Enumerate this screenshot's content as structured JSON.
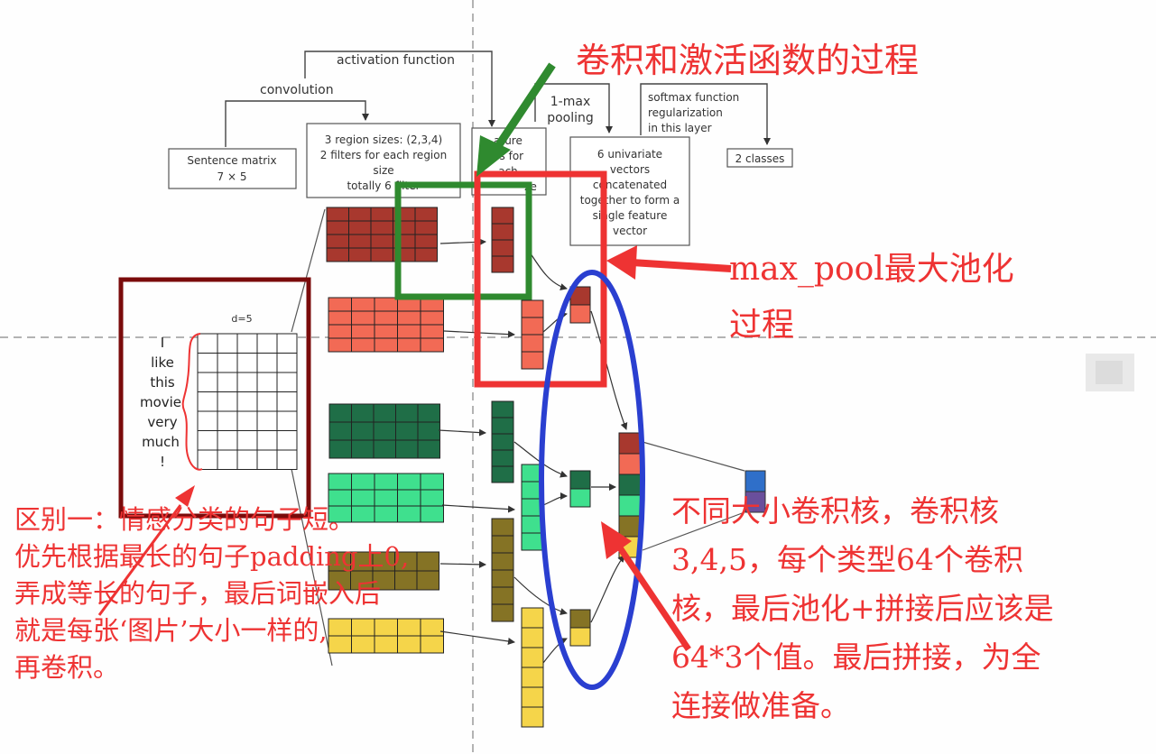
{
  "diagram": {
    "labels": {
      "activation_function": "activation function",
      "convolution": "convolution",
      "sentence_matrix_line1": "Sentence matrix",
      "sentence_matrix_line2": "7 × 5",
      "region_line1": "3 region sizes: (2,3,4)",
      "region_line2": "2 filters for each region",
      "region_line3": "size",
      "region_line4": "totally 6 filter",
      "feature_line1": "ature",
      "feature_line2": "ps for",
      "feature_line3": "ach",
      "feature_line4": "ze",
      "pooling_line1": "1-max",
      "pooling_line2": "pooling",
      "vectors_line1": "6 univariate",
      "vectors_line2": "vectors",
      "vectors_line3": "concatenated",
      "vectors_line4": "together to form a",
      "vectors_line5": "single feature",
      "vectors_line6": "vector",
      "softmax_line1": "softmax function",
      "softmax_line2": "regularization",
      "softmax_line3": "in this layer",
      "classes": "2 classes",
      "d_label": "d=5",
      "word_1": "I",
      "word_2": "like",
      "word_3": "this",
      "word_4": "movie",
      "word_5": "very",
      "word_6": "much",
      "word_7": "!"
    },
    "colors": {
      "dark_red": "#a8382e",
      "salmon": "#f26a55",
      "dark_green": "#1f6e47",
      "light_green": "#3fe08e",
      "olive": "#857325",
      "yellow": "#f5d54a",
      "annotation_red": "#ee3333",
      "annotation_green": "#2f8a2f",
      "annotation_blue": "#2a3fd0",
      "annotation_maroon": "#7a0b0b"
    }
  },
  "annotations": {
    "conv_title": "卷积和激活函数的过程",
    "maxpool_line1": "max_pool最大池化",
    "maxpool_line2": "过程",
    "left_note_line1": "区别一：情感分类的句子短。",
    "left_note_line2": "优先根据最长的句子padding上0,",
    "left_note_line3": "弄成等长的句子，最后词嵌入后",
    "left_note_line4": "就是每张‘图片’大小一样的,",
    "left_note_line5": "再卷积。",
    "right_note_line1": "不同大小卷积核，卷积核",
    "right_note_line2": "3,4,5，每个类型64个卷积",
    "right_note_line3": "核，最后池化+拼接后应该是",
    "right_note_line4": "64*3个值。最后拼接，为全",
    "right_note_line5": "连接做准备。"
  }
}
